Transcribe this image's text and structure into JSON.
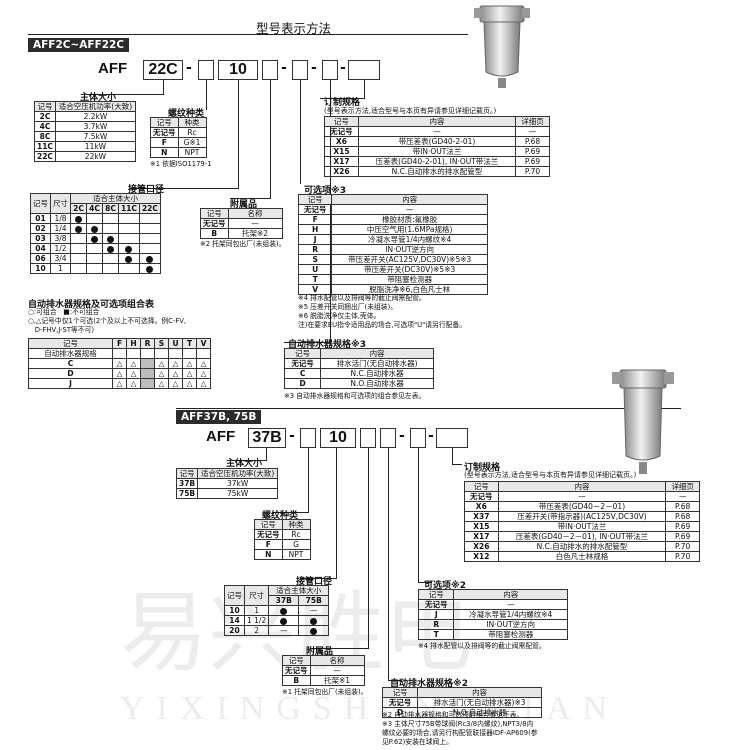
{
  "page_title": "型号表示方法",
  "watermark": {
    "cn": "易兴胜电",
    "en": "YIXINGSHENGDIAN"
  },
  "s1": {
    "section": "AFF2C~AFF22C",
    "prefix": "AFF",
    "size": "22C",
    "port": "10",
    "size_title": "主体大小",
    "size_table": {
      "headers": [
        "记号",
        "适合空压机功率(大致)"
      ],
      "rows": [
        [
          "2C",
          "2.2kW"
        ],
        [
          "4C",
          "3.7kW"
        ],
        [
          "8C",
          "7.5kW"
        ],
        [
          "11C",
          "11kW"
        ],
        [
          "22C",
          "22kW"
        ]
      ]
    },
    "thread_title": "螺纹种类",
    "thread_table": {
      "headers": [
        "记号",
        "种类"
      ],
      "rows": [
        [
          "无记号",
          "Rc"
        ],
        [
          "F",
          "G※1"
        ],
        [
          "N",
          "NPT"
        ]
      ]
    },
    "thread_note": "※1 依据ISO1179-1",
    "port_title": "接管口径",
    "port_table": {
      "h1": [
        "记号",
        "尺寸",
        "适合主体大小"
      ],
      "h2": [
        "2C",
        "4C",
        "8C",
        "11C",
        "22C"
      ],
      "rows": [
        [
          "01",
          "1/8",
          [
            1,
            0,
            0,
            0,
            0
          ]
        ],
        [
          "02",
          "1/4",
          [
            1,
            1,
            0,
            0,
            0
          ]
        ],
        [
          "03",
          "3/8",
          [
            0,
            1,
            1,
            0,
            0
          ]
        ],
        [
          "04",
          "1/2",
          [
            0,
            0,
            1,
            1,
            0
          ]
        ],
        [
          "06",
          "3/4",
          [
            0,
            0,
            0,
            1,
            1
          ]
        ],
        [
          "10",
          "1",
          [
            0,
            0,
            0,
            0,
            1
          ]
        ]
      ]
    },
    "dot": "●",
    "acc_title": "附属品",
    "acc_table": {
      "headers": [
        "记号",
        "名称"
      ],
      "rows": [
        [
          "无记号",
          "—"
        ],
        [
          "B",
          "托架※2"
        ]
      ]
    },
    "acc_note": "※2 托架同包出厂(未组装)。",
    "combo_title": "自动排水器规格及可选项组合表",
    "combo_legend1": "○:可组合　■:不可组合",
    "combo_legend2": "○,△记号中仅1个可选(2个及以上不可选择。例C-FV,",
    "combo_legend3": "　D-FHV,J-ST等不可)",
    "combo_table": {
      "h_mark": "记号",
      "h_sub": "自动排水器规格",
      "cols": [
        "F",
        "H",
        "R",
        "S",
        "U",
        "T",
        "V"
      ],
      "rows": [
        [
          "C",
          [
            "△",
            "△",
            "",
            "△",
            "△",
            "△",
            "△"
          ]
        ],
        [
          "D",
          [
            "△",
            "△",
            "",
            "△",
            "△",
            "△",
            "△"
          ]
        ],
        [
          "J",
          [
            "△",
            "△",
            "",
            "△",
            "△",
            "△",
            "△"
          ]
        ]
      ]
    },
    "order_title": "订制规格",
    "order_sub": "(型号表示方法,适合型号与本页有异请参见详细记载页。)",
    "order_table": {
      "headers": [
        "记号",
        "内容",
        "详细页"
      ],
      "rows": [
        [
          "无记号",
          "—",
          "—"
        ],
        [
          "X6",
          "带压差表(GD40-2-01)",
          "P.68"
        ],
        [
          "X15",
          "带IN·OUT法兰",
          "P.69"
        ],
        [
          "X17",
          "压差表(GD40-2-01), IN·OUT带法兰",
          "P.69"
        ],
        [
          "X26",
          "N.C.自动排水的排水配管型",
          "P.70"
        ]
      ]
    },
    "opt_title": "可选项※3",
    "opt_table": {
      "headers": [
        "记号",
        "内容"
      ],
      "rows": [
        [
          "无记号",
          "—"
        ],
        [
          "F",
          "橡胶材质:氟橡胶"
        ],
        [
          "H",
          "中压空气用(1.6MPa规格)"
        ],
        [
          "J",
          "冷凝水导管1/4内螺纹※4"
        ],
        [
          "R",
          "IN·OUT逆方向"
        ],
        [
          "S",
          "带压差开关(AC125V,DC30V)※5※3"
        ],
        [
          "U",
          "带压差开关(DC30V)※5※3"
        ],
        [
          "T",
          "带阻塞检测器"
        ],
        [
          "V",
          "脱脂洗净※6,白色凡士林"
        ]
      ]
    },
    "opt_notes": [
      "※4 排水配管以及排阀等的截止阀需配管。",
      "※5 压差开关同捆出厂(未组装)。",
      "※6 脱脂洗净仅主体,壳体。",
      "注)在要求EU指令适用品的场合,可选项\"U\"请另行配备。"
    ],
    "drain_title": "自动排水器规格※3",
    "drain_table": {
      "headers": [
        "记号",
        "内容"
      ],
      "rows": [
        [
          "无记号",
          "排水活门(无自动排水器)"
        ],
        [
          "C",
          "N.C.自动排水器"
        ],
        [
          "D",
          "N.O.自动排水器"
        ]
      ]
    },
    "drain_note": "※3 自动排水器规格和可选项的组合参见左表。"
  },
  "s2": {
    "section": "AFF37B, 75B",
    "prefix": "AFF",
    "size": "37B",
    "port": "10",
    "size_title": "主体大小",
    "size_table": {
      "headers": [
        "记号",
        "适合空压机功率(大致)"
      ],
      "rows": [
        [
          "37B",
          "37kW"
        ],
        [
          "75B",
          "75kW"
        ]
      ]
    },
    "thread_title": "螺纹种类",
    "thread_table": {
      "headers": [
        "记号",
        "种类"
      ],
      "rows": [
        [
          "无记号",
          "Rc"
        ],
        [
          "F",
          "G"
        ],
        [
          "N",
          "NPT"
        ]
      ]
    },
    "port_title": "接管口径",
    "port_table": {
      "h1": [
        "记号",
        "尺寸",
        "适合主体大小"
      ],
      "h2": [
        "37B",
        "75B"
      ],
      "rows": [
        [
          "10",
          "1",
          [
            1,
            0
          ]
        ],
        [
          "14",
          "1 1/2",
          [
            1,
            1
          ]
        ],
        [
          "20",
          "2",
          [
            0,
            1
          ]
        ]
      ]
    },
    "dash": "—",
    "acc_title": "附属品",
    "acc_table": {
      "headers": [
        "记号",
        "名称"
      ],
      "rows": [
        [
          "无记号",
          "—"
        ],
        [
          "B",
          "托架※1"
        ]
      ]
    },
    "acc_note": "※1 托架同包出厂(未组装)。",
    "order_title": "订制规格",
    "order_sub": "(型号表示方法,适合型号与本页有异请参见详细记载页。)",
    "order_table": {
      "headers": [
        "记号",
        "内容",
        "详细页"
      ],
      "rows": [
        [
          "无记号",
          "—",
          "—"
        ],
        [
          "X6",
          "带压差表(GD40－2－01)",
          "P.68"
        ],
        [
          "X37",
          "压差开关(带指示器)(AC125V,DC30V)",
          "P.68"
        ],
        [
          "X15",
          "带IN·OUT法兰",
          "P.69"
        ],
        [
          "X17",
          "压差表(GD40－2－01), IN·OUT带法兰",
          "P.69"
        ],
        [
          "X26",
          "N.C.自动排水的排水配管型",
          "P.70"
        ],
        [
          "X12",
          "白色凡士林规格",
          "P.70"
        ]
      ]
    },
    "opt_title": "可选项※2",
    "opt_table": {
      "headers": [
        "记号",
        "内容"
      ],
      "rows": [
        [
          "无记号",
          "—"
        ],
        [
          "J",
          "冷凝水导管1/4内螺纹※4"
        ],
        [
          "R",
          "IN·OUT逆方向"
        ],
        [
          "T",
          "带阻塞检测器"
        ]
      ]
    },
    "opt_note": "※4 排水配管以及排阀等的截止阀需配管。",
    "drain_title": "自动排水器规格※2",
    "drain_table": {
      "headers": [
        "记号",
        "内容"
      ],
      "rows": [
        [
          "无记号",
          "排水活门(无自动排水器)※3"
        ],
        [
          "D",
          "N.O.自动排水器"
        ]
      ]
    },
    "drain_notes": [
      "※2 自动排水器规格和可选项的组合参见下表。",
      "※3 主体尺寸75B带球阀(Rc3/8内螺纹),NPT3/8内",
      "螺纹必要的场合,请另行构配管联接器IDF-AP609(参",
      "见P.62)安装在球阀上。"
    ]
  }
}
